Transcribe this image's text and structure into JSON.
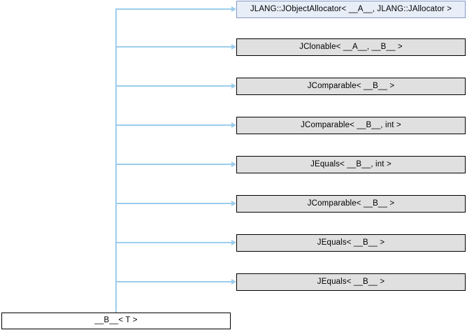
{
  "diagram": {
    "type": "inheritance-graph",
    "title": "",
    "colors": {
      "edge": "#9ccdeb",
      "base_fill": "#e8eef7",
      "base_border": "#8399c6",
      "interface_fill": "#e0e0e0",
      "interface_border": "#000000",
      "root_fill": "#ffffff",
      "root_border": "#000000"
    },
    "root_node": {
      "label": "__B__< T >",
      "style": "root"
    },
    "base_nodes": [
      {
        "label": "JLANG::JObjectAllocator< __A__, JLANG::JAllocator >",
        "style": "base"
      },
      {
        "label": "JClonable< __A__, __B__ >",
        "style": "interface"
      },
      {
        "label": "JComparable< __B__ >",
        "style": "interface"
      },
      {
        "label": "JComparable< __B__, int >",
        "style": "interface"
      },
      {
        "label": "JEquals< __B__, int >",
        "style": "interface"
      },
      {
        "label": "JComparable< __B__ >",
        "style": "interface"
      },
      {
        "label": "JEquals< __B__ >",
        "style": "interface"
      },
      {
        "label": "JEquals< __B__ >",
        "style": "interface"
      }
    ]
  }
}
